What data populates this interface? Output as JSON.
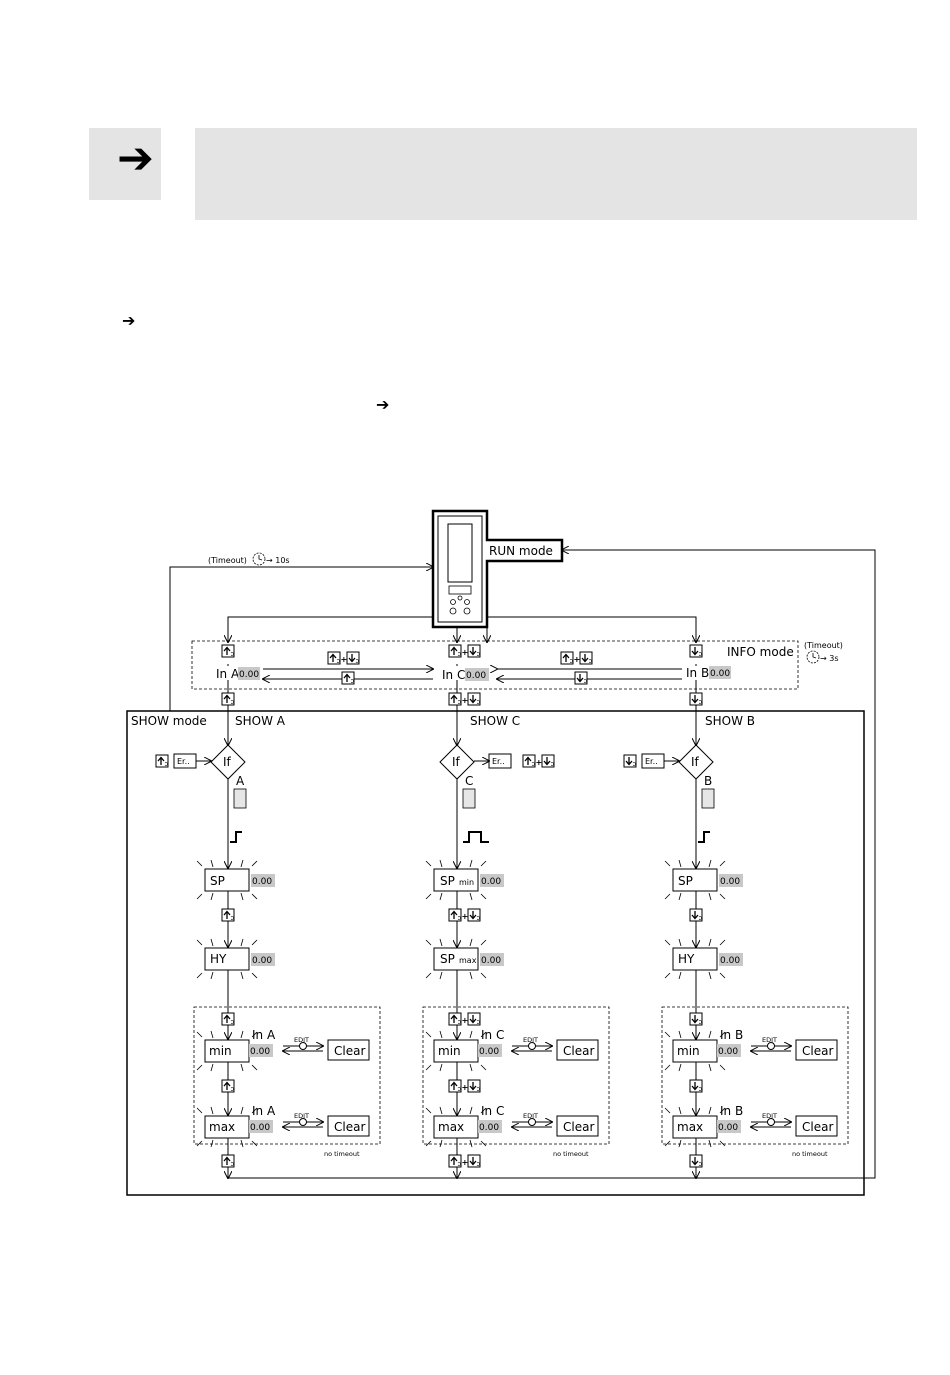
{
  "arrows": {
    "symbol": "➔"
  },
  "run": {
    "label": "RUN mode",
    "timeout_label": "(Timeout)",
    "timeout_value": "→ 10s"
  },
  "info": {
    "label": "INFO mode",
    "timeout_label": "(Timeout)",
    "timeout_value": "→ 3s",
    "in_a": "In A",
    "in_b": "In B",
    "in_c": "In C",
    "value": "0.00"
  },
  "show": {
    "mode_label": "SHOW mode",
    "a": "SHOW  A",
    "b": "SHOW  B",
    "c": "SHOW  C"
  },
  "common": {
    "if": "If",
    "er": "Er..",
    "plus": "+",
    "edit": "EDIT",
    "clear": "Clear",
    "no_timeout": "no timeout",
    "value": "0.00",
    "sp": "SP",
    "hy": "HY",
    "sp_prefix": "SP",
    "sp_min": "min",
    "sp_max": "max",
    "min": "min",
    "max": "max",
    "label_a": "A",
    "label_b": "B",
    "label_c": "C"
  },
  "icons": [
    "right-arrow-icon",
    "up-button-icon",
    "down-button-icon",
    "clock-icon",
    "blink-rays-icon",
    "step-signal-icon",
    "pulse-signal-icon"
  ]
}
